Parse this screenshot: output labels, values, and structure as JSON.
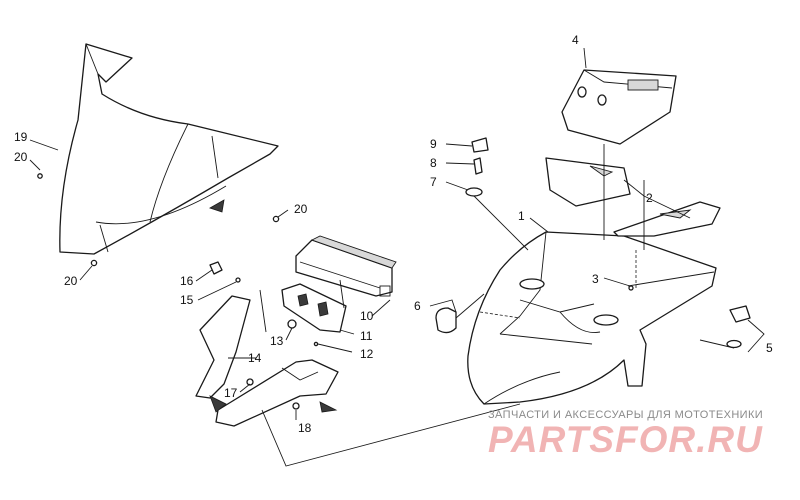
{
  "callouts": {
    "n1": "1",
    "n2": "2",
    "n3": "3",
    "n4": "4",
    "n5": "5",
    "n6": "6",
    "n7": "7",
    "n8": "8",
    "n9": "9",
    "n10": "10",
    "n11": "11",
    "n12": "12",
    "n13": "13",
    "n14": "14",
    "n15": "15",
    "n16": "16",
    "n17": "17",
    "n18": "18",
    "n19": "19",
    "n20a": "20",
    "n20b": "20",
    "n20c": "20"
  },
  "watermark": {
    "caption": "ЗАПЧАСТИ И АКСЕССУАРЫ ДЛЯ МОТОТЕХНИКИ",
    "logo": "PARTSFOR.RU"
  },
  "colors": {
    "ink": "#1a1a1a",
    "watermark_logo": "#f1b4b4",
    "watermark_caption": "#8a8a8a"
  }
}
